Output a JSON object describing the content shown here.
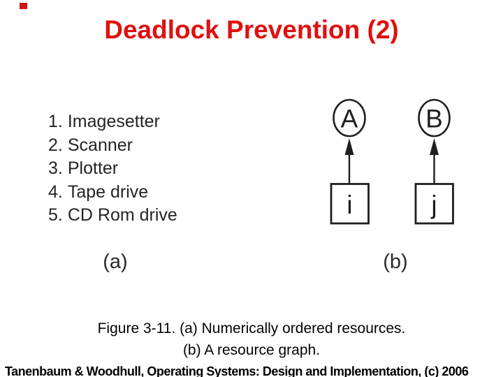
{
  "slide": {
    "title": "Deadlock Prevention (2)",
    "caption": {
      "line1": "Figure 3-11. (a) Numerically ordered resources.",
      "line2": "(b) A resource graph."
    },
    "footer": "Tanenbaum & Woodhull, Operating Systems: Design and Implementation, (c) 2006"
  },
  "figure": {
    "panel_a": {
      "label": "(a)",
      "resource_list": [
        {
          "number": "1.",
          "name": "Imagesetter"
        },
        {
          "number": "2.",
          "name": "Scanner"
        },
        {
          "number": "3.",
          "name": "Plotter"
        },
        {
          "number": "4.",
          "name": "Tape drive"
        },
        {
          "number": "5.",
          "name": "CD Rom drive"
        }
      ]
    },
    "panel_b": {
      "label": "(b)",
      "graph": {
        "process_nodes": [
          {
            "label": "A"
          },
          {
            "label": "B"
          }
        ],
        "resource_nodes": [
          {
            "label": "i"
          },
          {
            "label": "j"
          }
        ],
        "edges": [
          {
            "from": "i",
            "to": "A"
          },
          {
            "from": "j",
            "to": "B"
          }
        ]
      }
    }
  },
  "colors": {
    "title_red": "#e01010",
    "figure_ink": "#1f1f1f",
    "caption_black": "#030303",
    "background": "#ffffff"
  }
}
